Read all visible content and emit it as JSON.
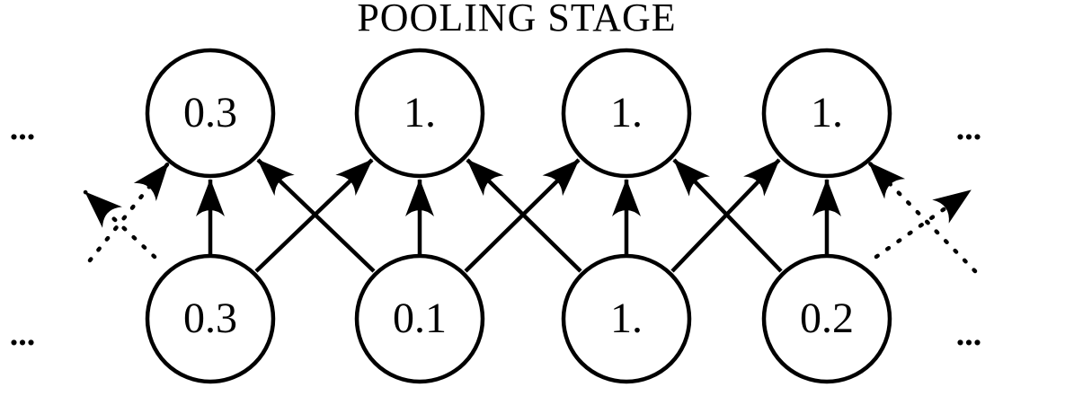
{
  "title": "POOLING STAGE",
  "ellipsis": "...",
  "colors": {
    "ink": "#000000",
    "background": "#ffffff"
  },
  "nodes": {
    "top": [
      {
        "value": "0.3"
      },
      {
        "value": "1."
      },
      {
        "value": "1."
      },
      {
        "value": "1."
      }
    ],
    "bottom": [
      {
        "value": "0.3"
      },
      {
        "value": "0.1"
      },
      {
        "value": "1."
      },
      {
        "value": "0.2"
      }
    ]
  },
  "connections": {
    "description": "Each bottom node sends a solid arrow to the top node directly above it and to the adjacent top nodes left and right; dotted arrows at both edges continue the pattern off-screen.",
    "solid": [
      "bottom-1 -> top-1",
      "bottom-1 -> top-2",
      "bottom-2 -> top-1",
      "bottom-2 -> top-2",
      "bottom-2 -> top-3",
      "bottom-3 -> top-2",
      "bottom-3 -> top-3",
      "bottom-3 -> top-4",
      "bottom-4 -> top-3",
      "bottom-4 -> top-4"
    ],
    "dotted": [
      "bottom-1 -> offscreen-top-left",
      "offscreen-bottom-left -> top-1",
      "bottom-4 -> offscreen-top-right",
      "offscreen-bottom-right -> top-4"
    ]
  }
}
